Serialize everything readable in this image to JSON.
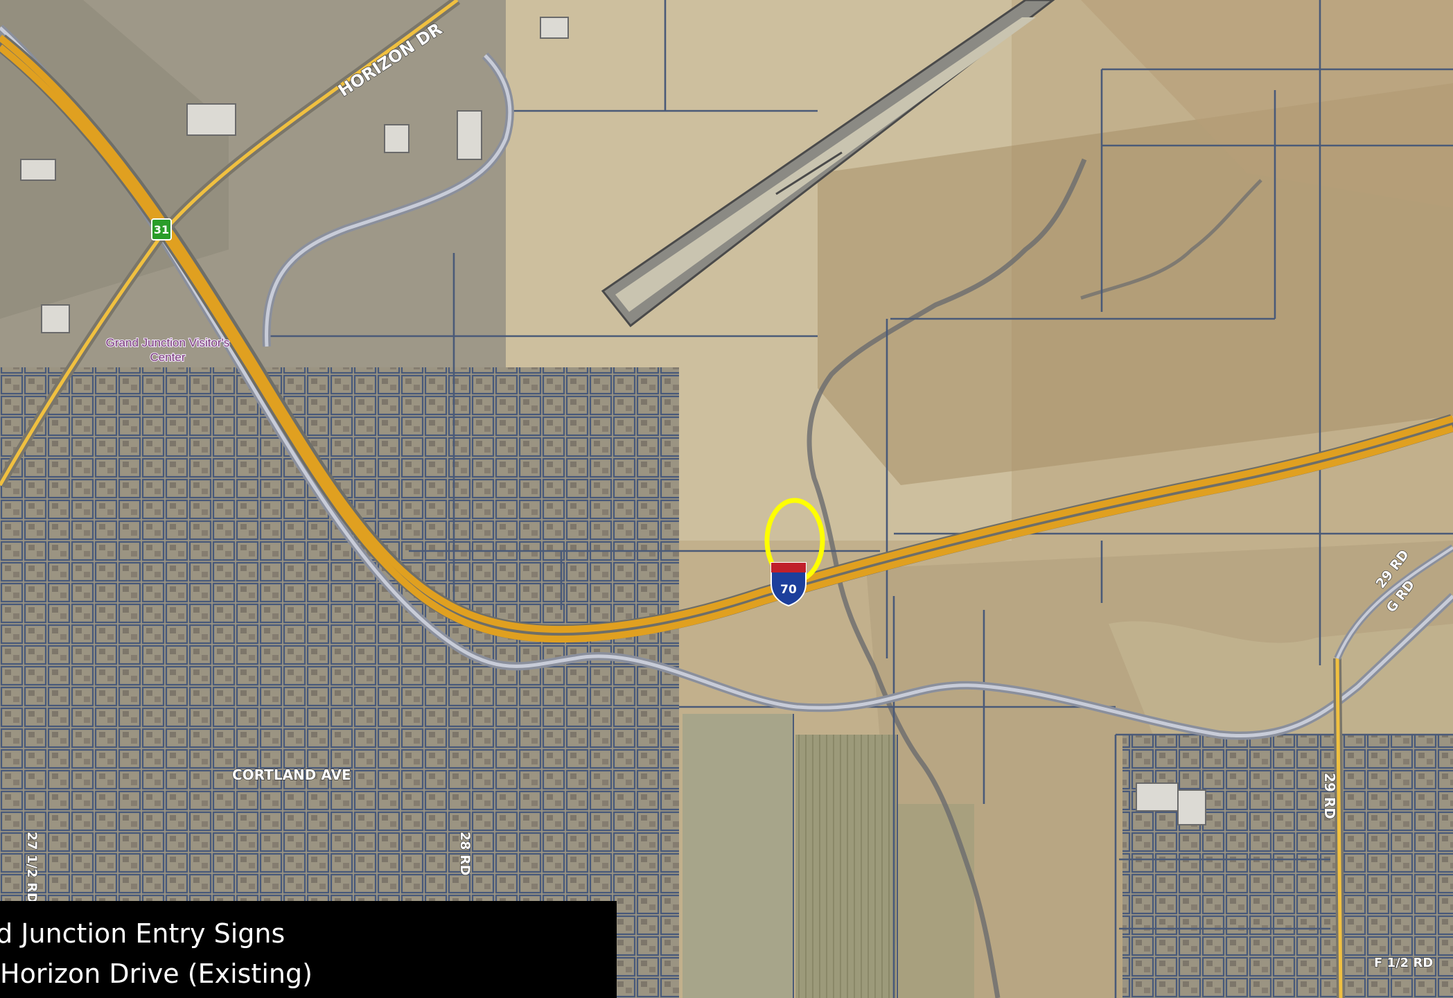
{
  "map": {
    "highlight_color": "#ffff00",
    "highway_color": "#e0a020",
    "parcel_line_color": "#4a5a78",
    "roads": {
      "horizon_dr": "HORIZON DR",
      "cortland_ave": "CORTLAND AVE",
      "rd_28": "28 RD",
      "rd_27_half": "27 1/2 RD",
      "rd_29_upper": "29 RD",
      "rd_29_lower": "29 RD",
      "g_rd": "G RD",
      "f_half_rd": "F 1/2 RD"
    },
    "shields": {
      "exit_31": "31",
      "interstate_70": "70"
    },
    "poi": {
      "visitor_center_line1": "Grand Junction Visitor's",
      "visitor_center_line2": "Center"
    }
  },
  "caption": {
    "line1": "nd Junction Entry Signs",
    "line2": "Horizon Drive  (Existing)"
  }
}
